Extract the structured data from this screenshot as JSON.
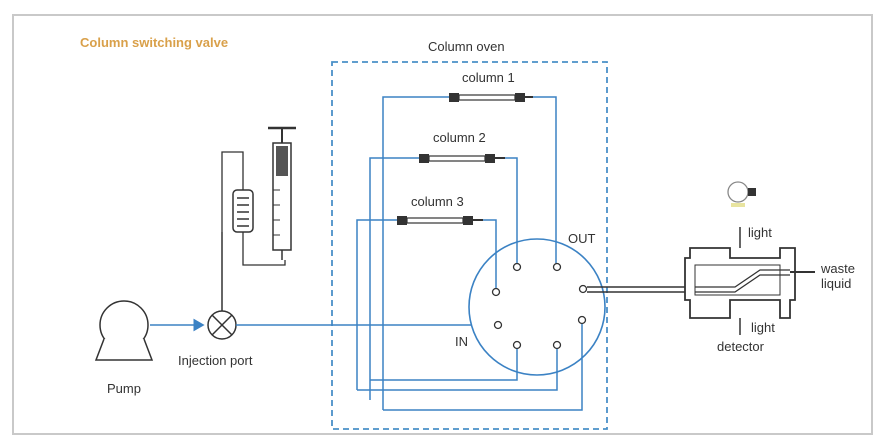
{
  "diagram": {
    "title": "Column switching valve",
    "oven_label": "Column oven",
    "columns": [
      "column  1",
      "column  2",
      "column  3"
    ],
    "pump_label": "Pump",
    "injection_label": "Injection port",
    "valve_in_label": "IN",
    "valve_out_label": "OUT",
    "light_top_label": "light",
    "light_bottom_label": "light",
    "detector_label": "detector",
    "waste_label_1": "waste",
    "waste_label_2": "liquid"
  },
  "colors": {
    "title": "#d9a04a",
    "line": "#3b82c4",
    "oven_border": "#4a90c8",
    "dark": "#333333",
    "bulb": "#e8e4a0"
  }
}
